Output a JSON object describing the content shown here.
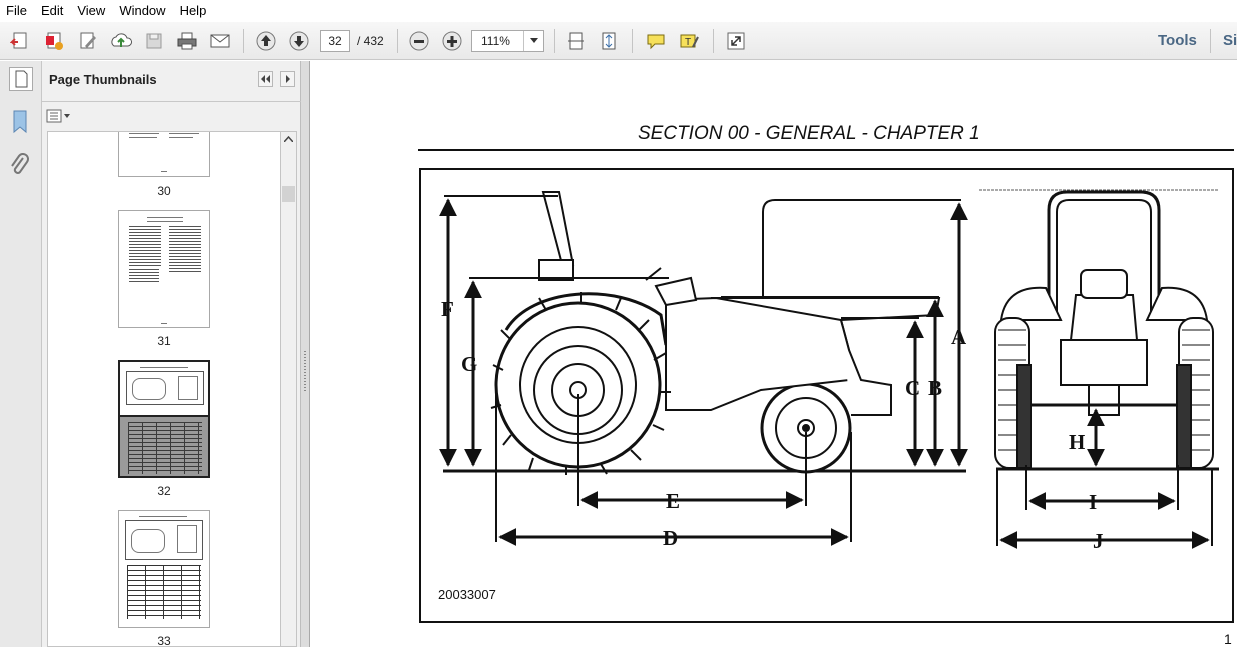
{
  "menu": [
    "File",
    "Edit",
    "View",
    "Window",
    "Help"
  ],
  "toolbar": {
    "page_current": "32",
    "page_total": "/ 432",
    "zoom": "111%",
    "tools_label": "Tools",
    "sign_label": "Si"
  },
  "panel": {
    "title": "Page Thumbnails"
  },
  "thumbnails": [
    {
      "number": "30"
    },
    {
      "number": "31"
    },
    {
      "number": "32"
    },
    {
      "number": "33"
    }
  ],
  "document": {
    "header": "SECTION 00 - GENERAL - CHAPTER 1",
    "figure_id": "20033007",
    "page_number": "1",
    "dimension_labels": [
      "A",
      "B",
      "C",
      "D",
      "E",
      "F",
      "G",
      "H",
      "I",
      "J"
    ]
  }
}
